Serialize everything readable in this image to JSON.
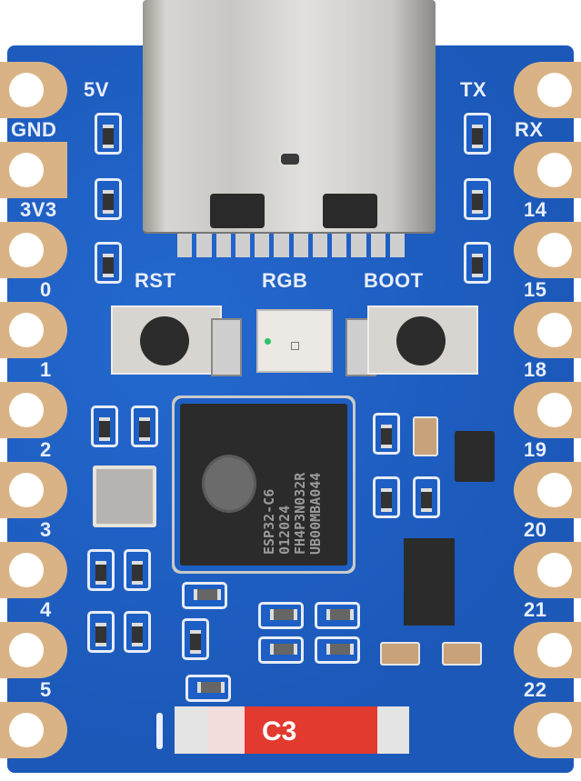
{
  "image": {
    "subject": "ESP32-C6 mini development board (blue PCB) with USB-C connector",
    "background": "#ffffff",
    "pcb_color": "#1d5fc4",
    "pad_color": "#d9b386"
  },
  "left_pins": [
    "5V",
    "GND",
    "3V3",
    "0",
    "1",
    "2",
    "3",
    "4",
    "5"
  ],
  "right_pins": [
    "TX",
    "RX",
    "14",
    "15",
    "18",
    "19",
    "20",
    "21",
    "22"
  ],
  "silkscreen": {
    "rst": "RST",
    "rgb": "RGB",
    "boot": "BOOT",
    "antenna": "C3"
  },
  "chip": {
    "lines": [
      "ESP32-C6",
      "012024",
      "FH4P3N032R",
      "UB00MBA044"
    ]
  }
}
